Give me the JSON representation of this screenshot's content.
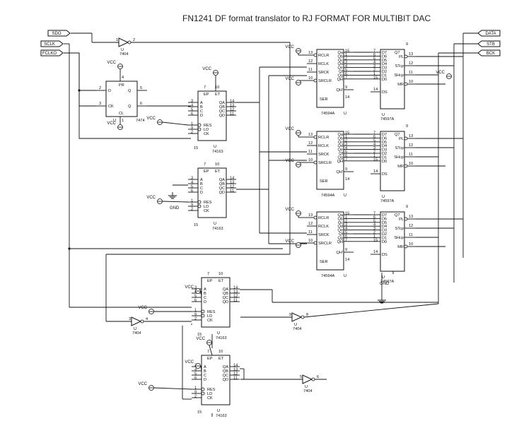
{
  "title": "FN1241 DF format translator to RJ FORMAT FOR MULTIBIT DAC",
  "ports": {
    "sdo": "SDO",
    "sclk": "SCLK",
    "fclko": "FCLKO",
    "data": "DATA",
    "stb": "STB",
    "bck": "BCK"
  },
  "common": {
    "vcc": "VCC",
    "gnd": "GND",
    "u": "U"
  },
  "inverters": {
    "part": "7404",
    "a": {
      "in": "1",
      "out": "2"
    },
    "b": {
      "in": "3",
      "out": "4"
    },
    "c": {
      "in": "9",
      "out": "8"
    },
    "d": {
      "in": "5",
      "out": "6"
    }
  },
  "flipflop": {
    "part": "7474",
    "pins": {
      "d": "D",
      "ck": "CK",
      "q": "Q",
      "qn": "Q",
      "pr": "PR",
      "cl": "CL"
    },
    "nums": {
      "d": "2",
      "ck": "3",
      "q": "5",
      "qn": "6",
      "pr": "4",
      "cl": "1"
    }
  },
  "counter": {
    "part": "74163",
    "inputs": [
      "A",
      "B",
      "C",
      "D"
    ],
    "in_nums": [
      "3",
      "4",
      "5",
      "6"
    ],
    "outputs": [
      "QA",
      "QB",
      "QC",
      "QD"
    ],
    "out_nums": [
      "14",
      "13",
      "12",
      "11"
    ],
    "ctrl": [
      "RES",
      "LD",
      "CK"
    ],
    "ctrl_nums": [
      "1",
      "9",
      "2"
    ],
    "ep": "EP",
    "et": "ET",
    "rco": "15",
    "ep_num": "7",
    "et_num": "10"
  },
  "shiftreg": {
    "part": "74594A",
    "left": [
      "RCLR",
      "RCLK",
      "SRCK",
      "SRCLR"
    ],
    "left_nums": [
      "13",
      "12",
      "11",
      "10"
    ],
    "right": [
      "Qa",
      "Qb",
      "Qc",
      "Qd",
      "Qe",
      "Qf",
      "Qg",
      "QH"
    ],
    "right_nums": [
      "15",
      "1",
      "2",
      "3",
      "4",
      "5",
      "6",
      "7"
    ],
    "qh2": "QH'",
    "qh2_num": "9",
    "ser": "SER",
    "ser_num": "14"
  },
  "latchreg": {
    "part": "74597A",
    "left": [
      "D7",
      "D6",
      "D5",
      "D4",
      "D3",
      "D2",
      "D1",
      "D0"
    ],
    "left_nums": [
      "7",
      "6",
      "5",
      "4",
      "3",
      "2",
      "1",
      "15"
    ],
    "ds": "DS",
    "ds_num": "14",
    "right": [
      "PL",
      "STcp",
      "SHcp",
      "MR"
    ],
    "right_nums": [
      "13",
      "12",
      "11",
      "10"
    ],
    "q7": "Q7",
    "q7_num": "9"
  }
}
